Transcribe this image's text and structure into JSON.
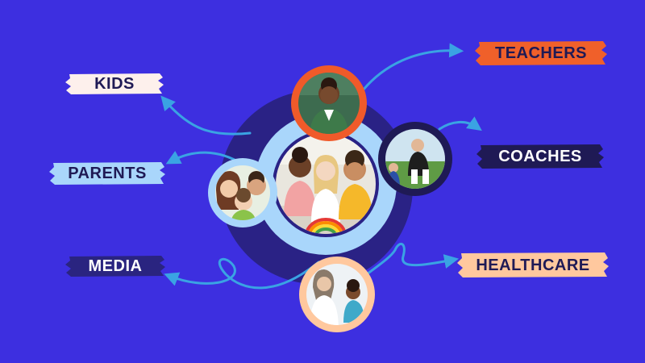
{
  "colors": {
    "background": "#3d2fe0",
    "outer_ring": "#2a2285",
    "inner_ring": "#a9d6fb",
    "inner_ring_stroke": "#2a2285",
    "arrow": "#3aa3e3",
    "teachers_ring": "#f05a2a",
    "coaches_ring": "#1f1a55",
    "healthcare_ring": "#ffc89e",
    "parents_ring": "#a9d6fb"
  },
  "labels": {
    "kids": {
      "text": "KIDS",
      "bg": "#fdf0ec",
      "fg": "#1f1a55"
    },
    "parents": {
      "text": "PARENTS",
      "bg": "#a9d6fb",
      "fg": "#1f1a55"
    },
    "media": {
      "text": "MEDIA",
      "bg": "#2a2480",
      "fg": "#ffffff"
    },
    "teachers": {
      "text": "TEACHERS",
      "bg": "#f0602a",
      "fg": "#1f1a55"
    },
    "coaches": {
      "text": "COACHES",
      "bg": "#1f1a55",
      "fg": "#ffffff"
    },
    "healthcare": {
      "text": "HEALTHCARE",
      "bg": "#ffc89e",
      "fg": "#1f1a55"
    }
  },
  "photos": {
    "center": "children-group-photo",
    "teachers": "teacher-photo",
    "coaches": "coach-photo",
    "parents": "parents-photo",
    "healthcare": "healthcare-photo"
  }
}
